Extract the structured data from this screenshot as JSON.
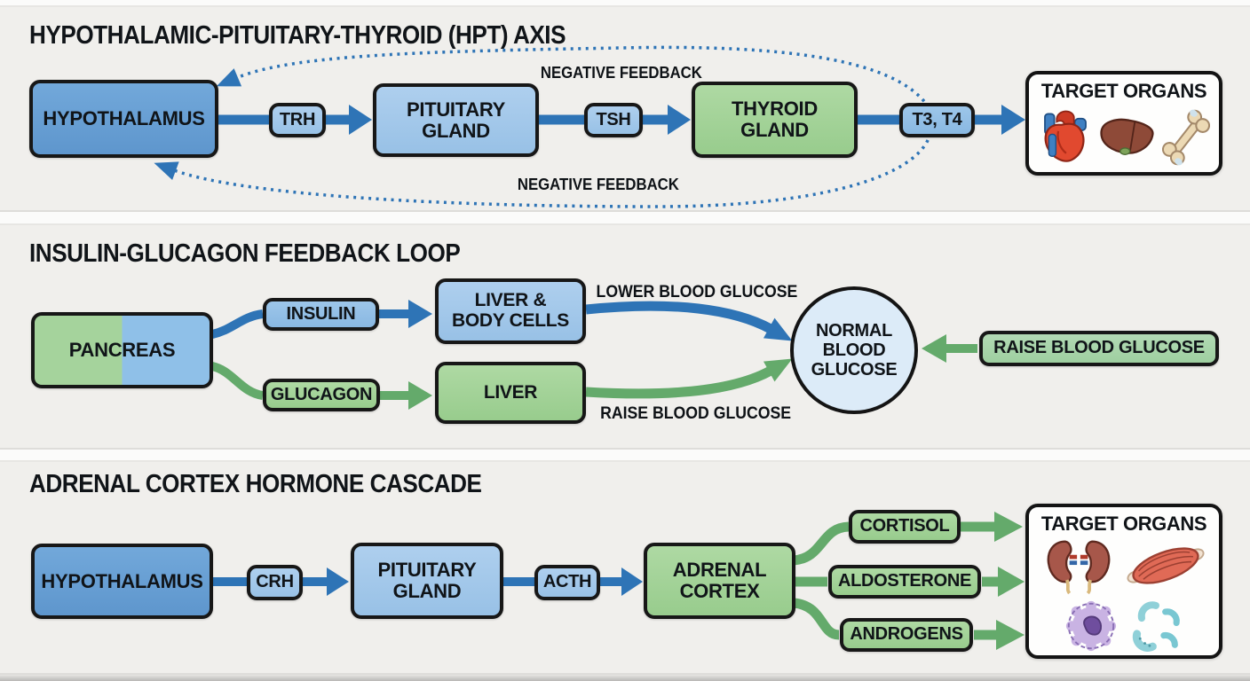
{
  "sections": [
    {
      "title": "HYPOTHALAMIC-PITUITARY-THYROID (HPT) AXIS",
      "nodes": {
        "hypothalamus": "HYPOTHALAMUS",
        "trh": "TRH",
        "pituitary": "PITUITARY GLAND",
        "tsh": "TSH",
        "thyroid": "THYROID GLAND",
        "t3t4": "T3, T4",
        "target_organs": "TARGET ORGANS"
      },
      "labels": {
        "negative_feedback_top": "NEGATIVE FEEDBACK",
        "negative_feedback_bottom": "NEGATIVE FEEDBACK"
      },
      "icons": [
        "heart-icon",
        "liver-icon",
        "bone-icon"
      ]
    },
    {
      "title": "INSULIN-GLUCAGON FEEDBACK LOOP",
      "nodes": {
        "pancreas": "PANCREAS",
        "insulin": "INSULIN",
        "glucagon": "GLUCAGON",
        "liver_body_cells": "LIVER & BODY CELLS",
        "liver": "LIVER",
        "normal_blood_glucose": "NORMAL BLOOD GLUCOSE",
        "raise_blood_glucose_box": "RAISE BLOOD GLUCOSE"
      },
      "labels": {
        "lower_blood_glucose": "LOWER BLOOD GLUCOSE",
        "raise_blood_glucose": "RAISE BLOOD GLUCOSE"
      }
    },
    {
      "title": "ADRENAL CORTEX HORMONE CASCADE",
      "nodes": {
        "hypothalamus": "HYPOTHALAMUS",
        "crh": "CRH",
        "pituitary": "PITUITARY GLAND",
        "acth": "ACTH",
        "adrenal_cortex": "ADRENAL CORTEX",
        "cortisol": "CORTISOL",
        "aldosterone": "ALDOSTERONE",
        "androgens": "ANDROGENS",
        "target_organs": "TARGET ORGANS"
      },
      "icons": [
        "kidneys-icon",
        "muscle-icon",
        "immune-cell-icon",
        "microbes-icon"
      ]
    }
  ],
  "colors": {
    "panel_bg": "#f0efec",
    "box_blue_dark": "#68a1d5",
    "box_blue_light": "#a3c9ea",
    "box_green": "#a3d399",
    "arrow_blue": "#2e74b6",
    "arrow_green": "#64aa6b",
    "circle_fill": "#dcebf8",
    "border": "#171717"
  }
}
